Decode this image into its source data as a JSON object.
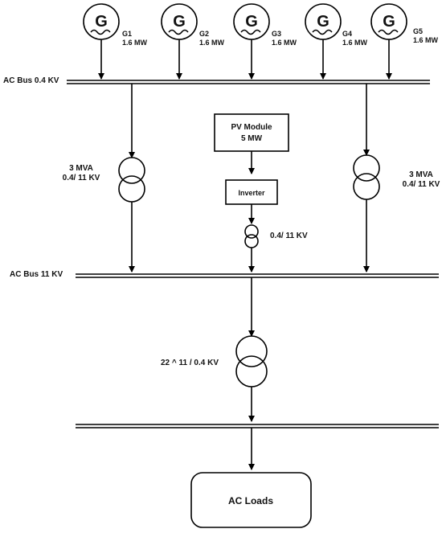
{
  "generators": [
    {
      "symbol": "G",
      "name": "G1",
      "rating": "1.6 MW"
    },
    {
      "symbol": "G",
      "name": "G2",
      "rating": "1.6 MW"
    },
    {
      "symbol": "G",
      "name": "G3",
      "rating": "1.6 MW"
    },
    {
      "symbol": "G",
      "name": "G4",
      "rating": "1.6 MW"
    },
    {
      "symbol": "G",
      "name": "G5",
      "rating": "1.6 MW"
    }
  ],
  "buses": {
    "lv": "AC Bus 0.4 KV",
    "mv": "AC Bus 11 KV"
  },
  "transformers": {
    "left": {
      "line1": "3 MVA",
      "line2": "0.4/ 11 KV"
    },
    "right": {
      "line1": "3 MVA",
      "line2": "0.4/ 11 KV"
    },
    "pv": "0.4/ 11 KV",
    "main": "22 ^ 11 / 0.4 KV"
  },
  "pv_module": {
    "line1": "PV Module",
    "line2": "5 MW"
  },
  "inverter": "Inverter",
  "loads": "AC Loads"
}
